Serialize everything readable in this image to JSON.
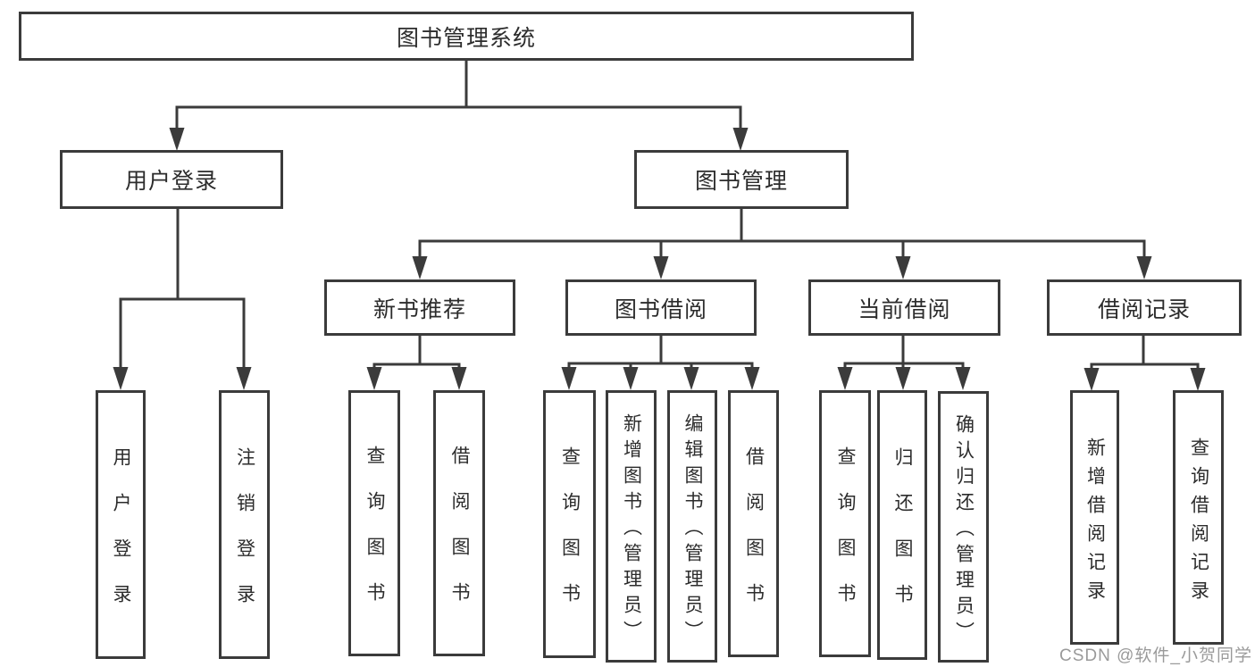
{
  "tree": {
    "root": {
      "label": "图书管理系统",
      "children": [
        {
          "label": "用户登录",
          "children": [
            {
              "label": "用户登录"
            },
            {
              "label": "注销登录"
            }
          ]
        },
        {
          "label": "图书管理",
          "children": [
            {
              "label": "新书推荐",
              "children": [
                {
                  "label": "查询图书"
                },
                {
                  "label": "借阅图书"
                }
              ]
            },
            {
              "label": "图书借阅",
              "children": [
                {
                  "label": "查询图书"
                },
                {
                  "label": "新增图书（管理员）"
                },
                {
                  "label": "编辑图书（管理员）"
                },
                {
                  "label": "借阅图书"
                }
              ]
            },
            {
              "label": "当前借阅",
              "children": [
                {
                  "label": "查询图书"
                },
                {
                  "label": "归还图书"
                },
                {
                  "label": "确认归还（管理员）"
                }
              ]
            },
            {
              "label": "借阅记录",
              "children": [
                {
                  "label": "新增借阅记录"
                },
                {
                  "label": "查询借阅记录"
                }
              ]
            }
          ]
        }
      ]
    }
  },
  "watermark": {
    "text": "CSDN @软件_小贺同学"
  },
  "colors": {
    "line": "#3b3b3b",
    "node_border": "#3b3b3b",
    "node_text": "#2c2c2c",
    "watermark": "#9a9a9a",
    "background": "#ffffff"
  }
}
